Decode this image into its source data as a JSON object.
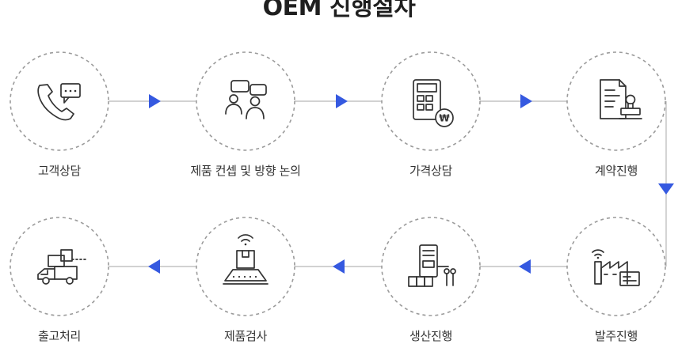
{
  "title": "OEM 진행절차",
  "accent_color": "#3559e0",
  "steps": [
    {
      "label": "고객상담",
      "icon": "phone-chat-icon"
    },
    {
      "label": "제품 컨셉 및 방향 논의",
      "icon": "discussion-icon"
    },
    {
      "label": "가격상담",
      "icon": "calculator-icon"
    },
    {
      "label": "계약진행",
      "icon": "contract-stamp-icon"
    },
    {
      "label": "발주진행",
      "icon": "factory-order-icon"
    },
    {
      "label": "생산진행",
      "icon": "production-machine-icon"
    },
    {
      "label": "제품검사",
      "icon": "conveyor-inspection-icon"
    },
    {
      "label": "출고처리",
      "icon": "delivery-truck-icon"
    }
  ]
}
